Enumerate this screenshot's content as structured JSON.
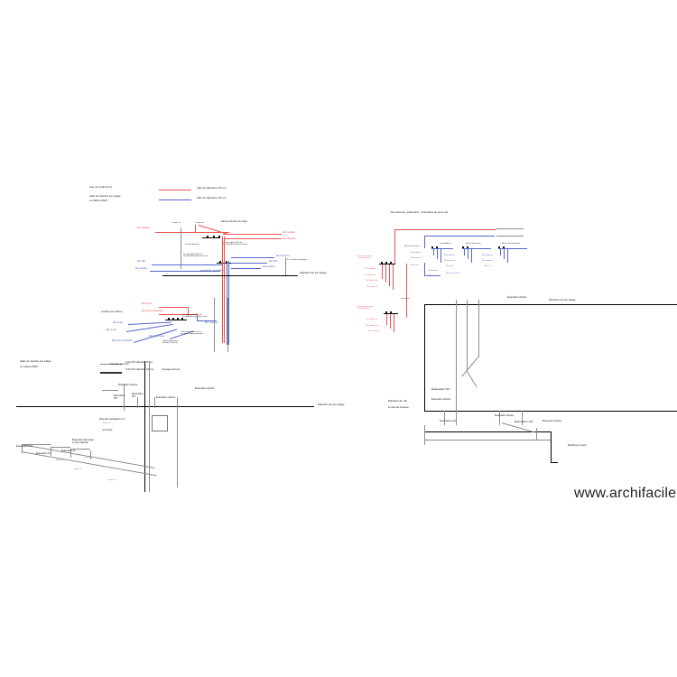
{
  "page": {
    "watermark": "www.archifacile.fr"
  },
  "legend_top": {
    "view_title_line1": "Vue de profil (mur)",
    "view_title_line2": "salle de douche 1er étage",
    "view_title_line3": "et cuisine RDC",
    "items": [
      {
        "label": "tube de diamètre 20 mm",
        "color": "#e8534f"
      },
      {
        "label": "tube de diamètre 16 mm",
        "color": "#5566cc"
      }
    ]
  },
  "legend_bottom": {
    "view_title_line1": "salle de douche 1er étage",
    "view_title_line2": "et cuisine RDC",
    "items": [
      {
        "label": "Tube PVC diamètre 40 mm",
        "color": "#6f6f6f"
      },
      {
        "label": "Tube PVC diamètre 100 mm",
        "color": "#333333"
      }
    ]
  },
  "view_aerial": {
    "title": "Vue aérienne (plancher) : buanderie au sous-sol"
  },
  "floors": {
    "first_floor": "Plancher du 1er étage",
    "first_floor_right": "Plancher du 1er étage",
    "rdc_office": "Plancher du rdc\nà côté du bureau",
    "rdc_office_l1": "Plancher du rdc",
    "rdc_office_l2": "à côté du bureau"
  },
  "top_view_labels": {
    "bath_room": "salle de douche 1er étage",
    "tee_note_left": "T monte vu",
    "tee_note_right": "T monte vu",
    "ec_lavabo_left": "EC lavabo",
    "ec_lavabo_right": "EC lavabo",
    "ec_douche_right": "EC douche",
    "ef_wc_left": "EF WC",
    "ef_lavabo_left": "EF lavabo",
    "ef_douche_right": "EF douche",
    "ef_wc_right": "EF WC",
    "ef_lavabo_right": "EF lavabo",
    "note_raccord_1": "raccord réduction",
    "note_raccord_2": "raccord rapport 16x1 tet\nsur tube bleu tuyau bas 16 mm",
    "note_raccord_3": "raccord rapport 16x1 tet\nsur tube bleu tuyau bas 16 mm",
    "note_collier": "6 m in tube eau sanitaire",
    "note_bottom": "raccord 1/2 tet  raccord 3/4 tet"
  },
  "mid_view_labels": {
    "cuisine": "Cuisine et cuisine",
    "ec_evier": "EC évier",
    "ec_lave": "EC lave-vaisselle",
    "ef_evier": "EF évier",
    "ef_lave_vaisselle": "EF lave-vaisselle",
    "ef_lave_linge": "EF lave-linge",
    "ef_capteur": "EF capteur",
    "note_red_1": "raccord rapport 16x1 tet\nsur tube bleu tuyau bas 16 mm",
    "note_red_2": "Collier raccord eau +\ntub tube 8 15x1 tet",
    "note_blue_1": "Collier raccord eau 1/2 tet\nsur vanne cuisine tuyau bas",
    "note_blue_2": "Collier raccord eau 1/2 tet\nsur vanne cuisine tuyau bas",
    "note_bottom": "Collier raccord eau +\ntub tube 8 15x1 tet"
  },
  "aerial_labels": {
    "ef_eau_a_mm_haut": "EF eau à mm haut",
    "raccord_ef_tet": "raccord EF tet",
    "ef_eau_tet_mm_sec": "EF eau tet mm sec",
    "ef_eau_tet_mm_gauche": "EF eau tet mm gauche",
    "ef_lavabo_a": "EF lavabo tet",
    "ef_douche_a": "EF douche tet",
    "ef_wc_a": "EF wc tet",
    "ef_lavabo_b": "EF lavabo tet",
    "ef_douche_b": "EF douche tet",
    "ef_wc_b": "EF wc tet",
    "ef_lavabo_c": "EF lavabo tet",
    "ef_douche_c": "EF douche tet",
    "ef_wc_c": "EF wc tet",
    "ef_lavabo_d": "EF lavabo tet",
    "ef_douche_d": "EF douche tet",
    "ef_eau_a_mm_bas": "EF eau à mm bas",
    "ec_eau_a_mm_haut": "EC eau à mm haut\nraccord haut tet",
    "ec_lavabo_1": "EC lavabo tet",
    "ec_douche_1": "EC douche tet",
    "ec_douche_2": "EC douche tet",
    "ec_lavabo_2": "EC lavabo tet",
    "raccord_bas": "raccord tet",
    "ec_eau_tet_mm_bas": "EC eau tet mm bas\nraccord haut tet",
    "ec_lavabo_3": "EC lavabo tet",
    "ec_douche_3": "EC douche tet",
    "ec_lavabo_4": "EC lavabo tet"
  },
  "drain_labels": {
    "evac_wc_top": "Évacuation WC",
    "evac_douche_top": "Évacuation douche",
    "evac_wc_mid": "Évacuation WC",
    "evac_douche_mid": "Évacuation douche",
    "evac_douche_lower": "Évacuation douche",
    "evac_evier": "Évacuation évier",
    "evac_douche_b": "Évacuation douche",
    "evac_wc_b": "Évacuation WC",
    "evac_douche_c": "Évacuation douche",
    "evac_douche_d": "Évacuation douche",
    "machine_laver": "Machine(s) à laver",
    "evacuation_note": "Évacuation",
    "evacuation_wc_note": "WC",
    "pente": "Pente 1%",
    "pente2": "Pente 1%"
  },
  "bottom_left_labels": {
    "evac_evier": "Évacuation évier",
    "evac_lave": "Évacuation lave-linge\net lave-vaisselle",
    "evac_lv": "Évacuation LV",
    "evac_ll": "Évacuation LL",
    "pente_a": "pente 1%",
    "pente_b": "pente 1%",
    "pente_c": "pente 1%",
    "pente_d": "pente 1%",
    "prise_ef": "Prise EF canalisation 1%",
    "vers_fosse": "vers fosse"
  },
  "bottom_mid_labels": {
    "evac_douche": "Évacuation douche",
    "evac_wc": "Évacuation\nWC",
    "evac_evier2": "Évacuation\nWC",
    "evac_douche2": "Évacuation douche",
    "evac_douche3": "Évacuation douche",
    "coupage": "Coupage petit unit",
    "coupage2": "Coupage petit unit"
  },
  "colors": {
    "hot_water": "#e8534f",
    "cold_water": "#5566cc",
    "structure": "#000000",
    "drain": "#6f6f6f"
  }
}
